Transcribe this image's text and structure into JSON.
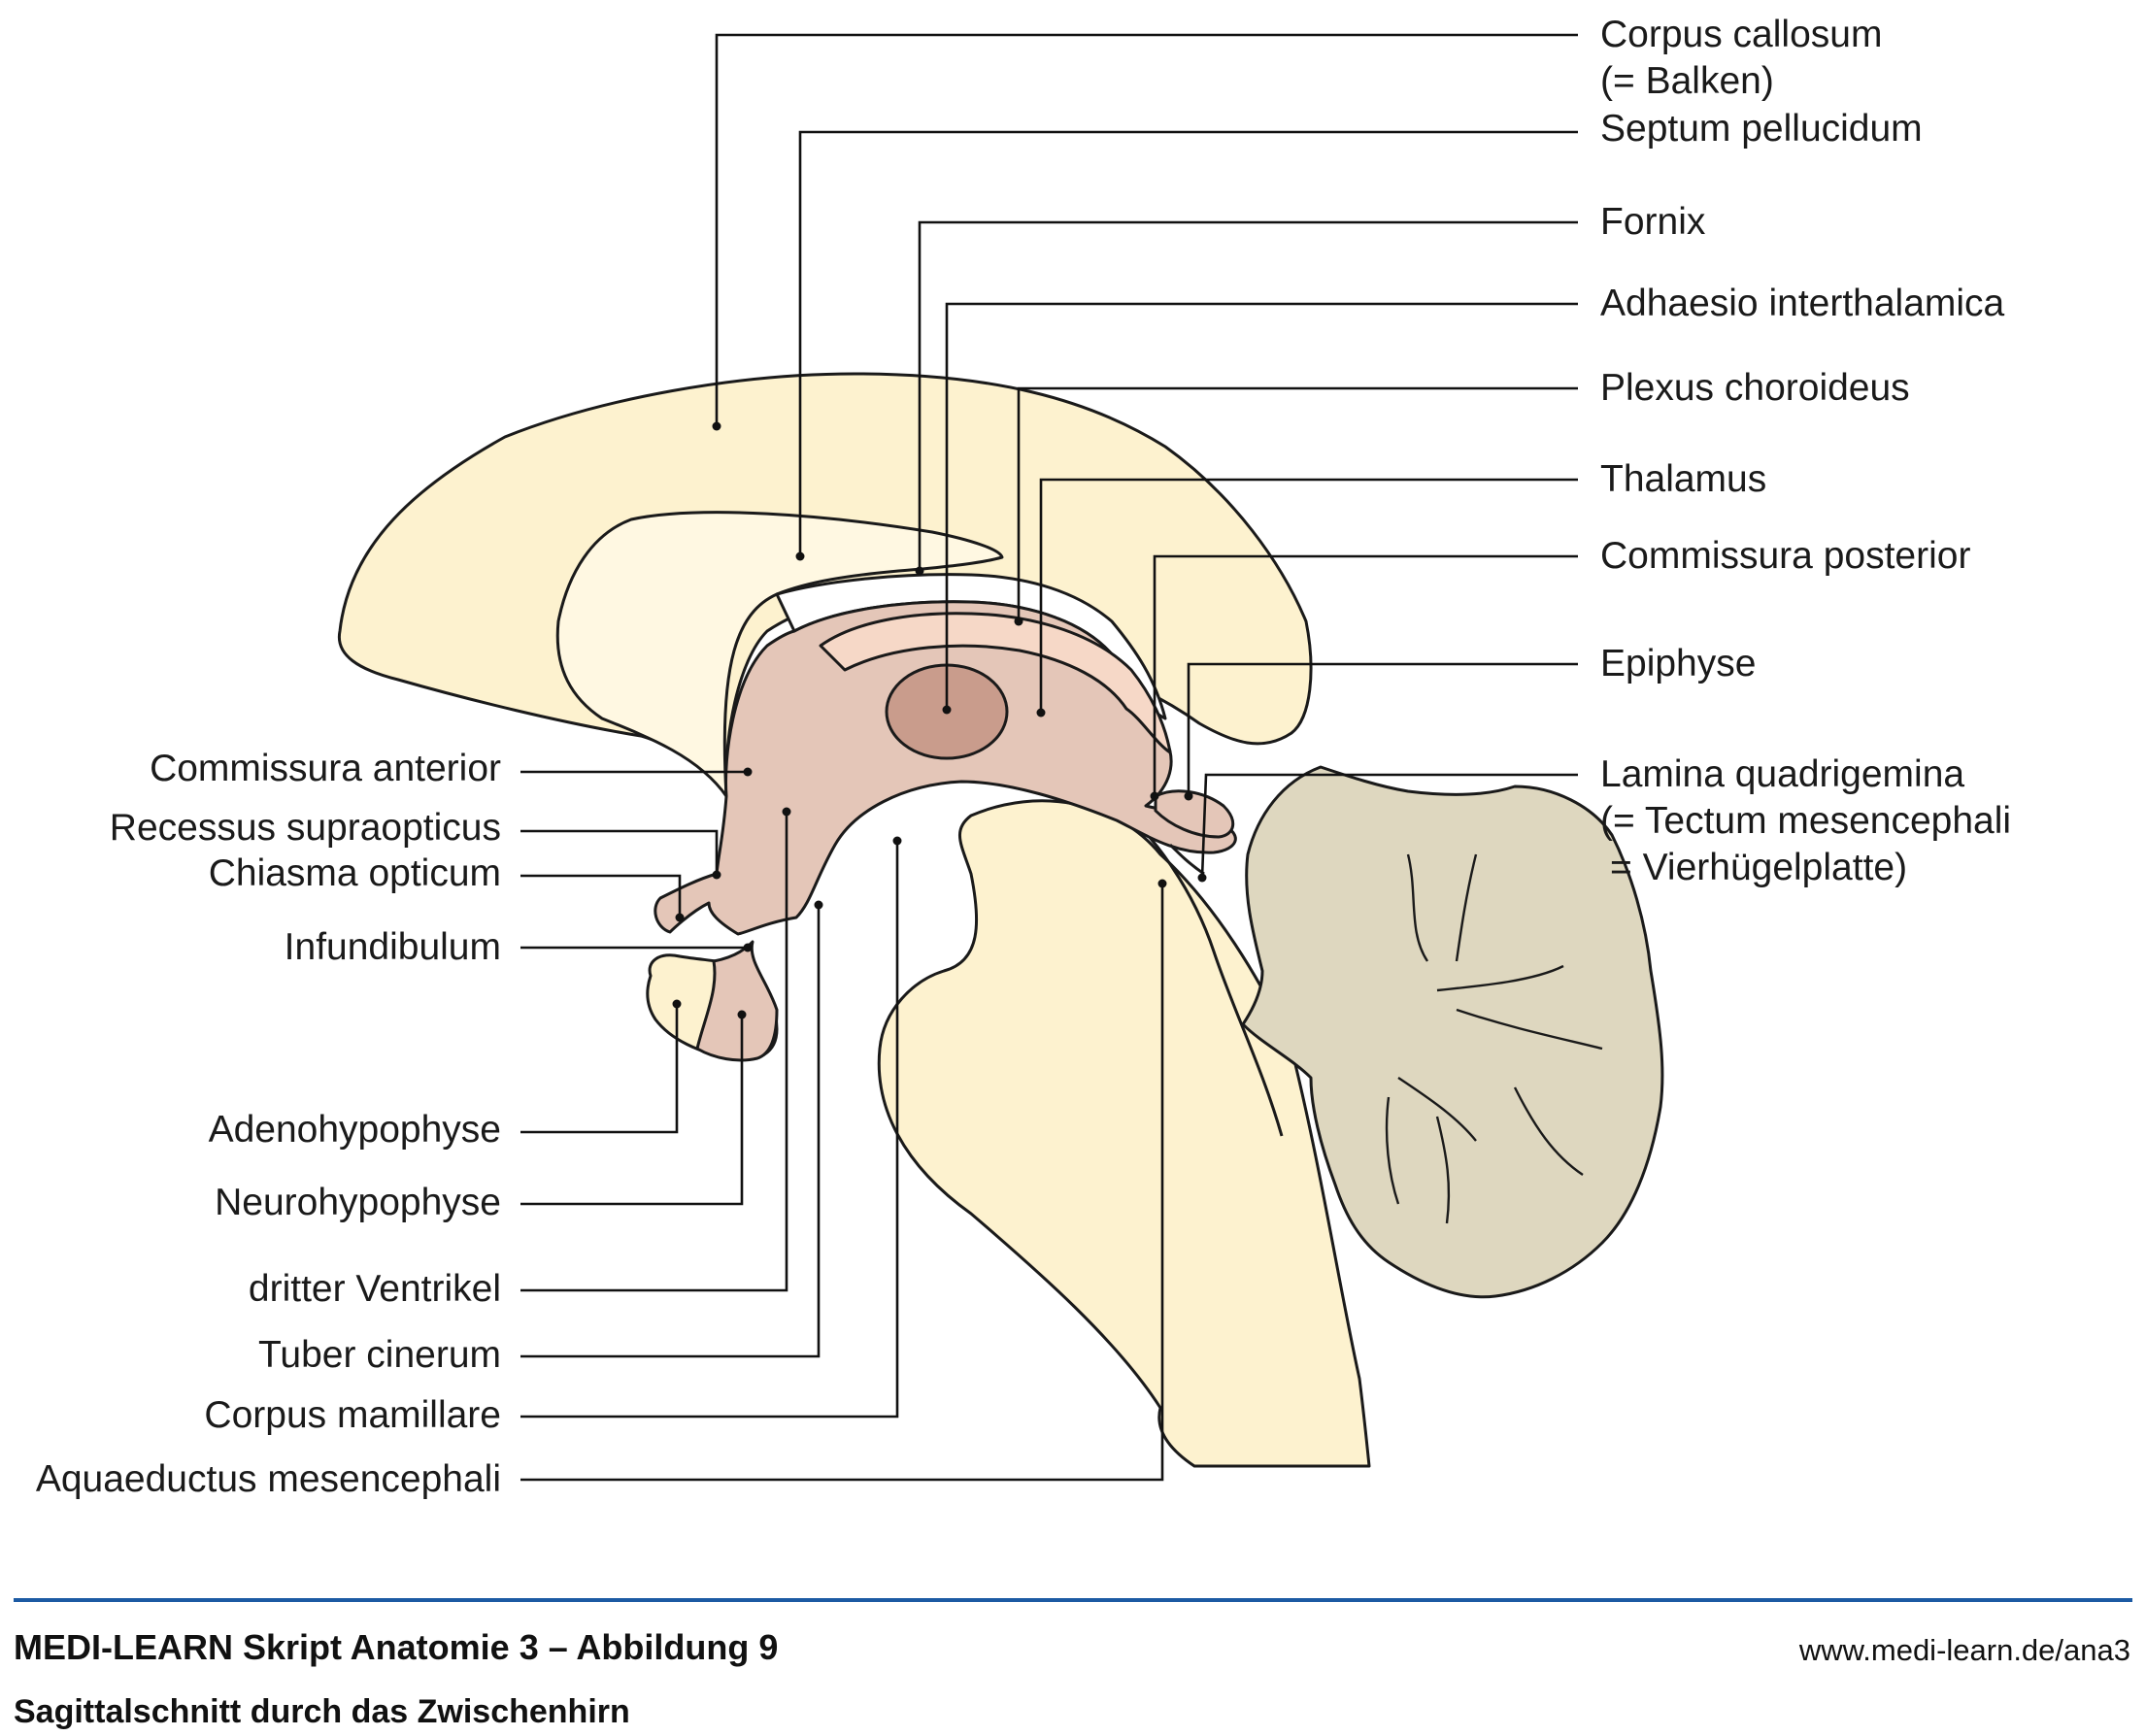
{
  "labels": {
    "right": {
      "corpus_callosum_1": "Corpus callosum",
      "corpus_callosum_2": "(= Balken)",
      "septum_pellucidum": "Septum pellucidum",
      "fornix": "Fornix",
      "adhaesio_interthalamica": "Adhaesio interthalamica",
      "plexus_choroideus": "Plexus choroideus",
      "thalamus": "Thalamus",
      "commissura_posterior": "Commissura posterior",
      "epiphyse": "Epiphyse",
      "lamina_quadrigemina_1": "Lamina quadrigemina",
      "lamina_quadrigemina_2": "(= Tectum mesencephali",
      "lamina_quadrigemina_3": "= Vierhügelplatte)"
    },
    "left": {
      "commissura_anterior": "Commissura anterior",
      "recessus_supraopticus": "Recessus supraopticus",
      "chiasma_opticum": "Chiasma opticum",
      "infundibulum": "Infundibulum",
      "adenohypophyse": "Adenohypophyse",
      "neurohypophyse": "Neurohypophyse",
      "dritter_ventrikel": "dritter Ventrikel",
      "tuber_cinerum": "Tuber cinerum",
      "corpus_mamillare": "Corpus mamillare",
      "aquaeductus_mesencephali": "Aquaeductus mesencephali"
    }
  },
  "footer": {
    "title": "MEDI-LEARN Skript Anatomie 3 – Abbildung 9",
    "subtitle": "Sagittalschnitt durch das Zwischenhirn",
    "url": "www.medi-learn.de/ana3"
  },
  "colors": {
    "cerebrum_fill": "#fdf2cf",
    "cerebrum_light": "#fff8e2",
    "diencephalon_fill": "#e4c6b8",
    "plexus_fill": "#f6d8c7",
    "adhaesio_fill": "#c99c8c",
    "cerebellum_fill": "#ded7bf",
    "footer_rule": "#1c5aa3"
  }
}
